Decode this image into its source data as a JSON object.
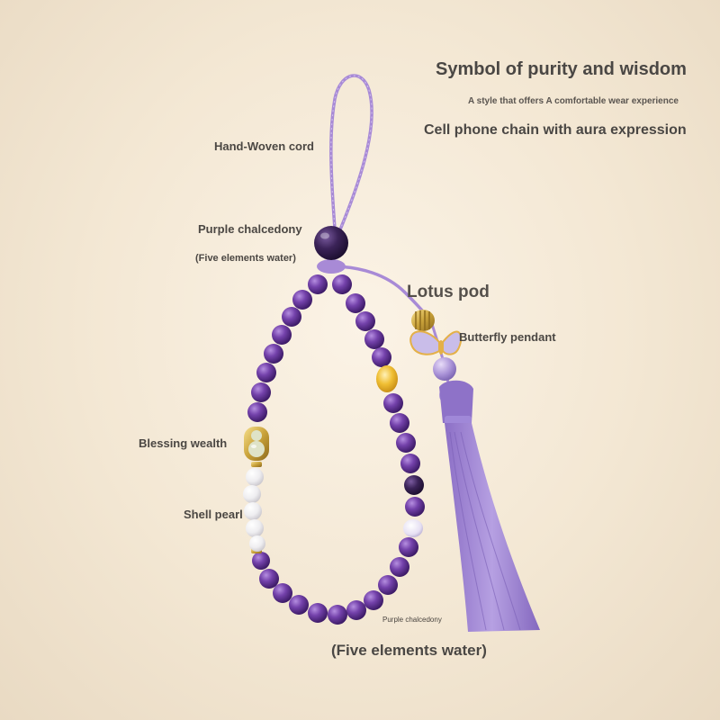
{
  "header": {
    "title": "Symbol of purity and wisdom",
    "subtitle": "A style that offers A comfortable wear experience",
    "tagline": "Cell phone chain with aura expression"
  },
  "labels": {
    "cord": "Hand-Woven cord",
    "chalcedony_top": "Purple chalcedony",
    "chalcedony_top_note": "(Five elements water)",
    "lotus_pod": "Lotus pod",
    "butterfly": "Butterfly pendant",
    "blessing": "Blessing wealth",
    "shell_pearl": "Shell pearl",
    "chalcedony_bottom": "Purple chalcedony",
    "bottom_note": "(Five elements water)"
  },
  "colors": {
    "background": "#f3e7d3",
    "amethyst": "#6a3d9a",
    "cord": "#a88ad6",
    "tassel": "#9e82d4",
    "gold": "#c9a23a",
    "pearl": "#efeef0",
    "citrine": "#e8b52a"
  }
}
